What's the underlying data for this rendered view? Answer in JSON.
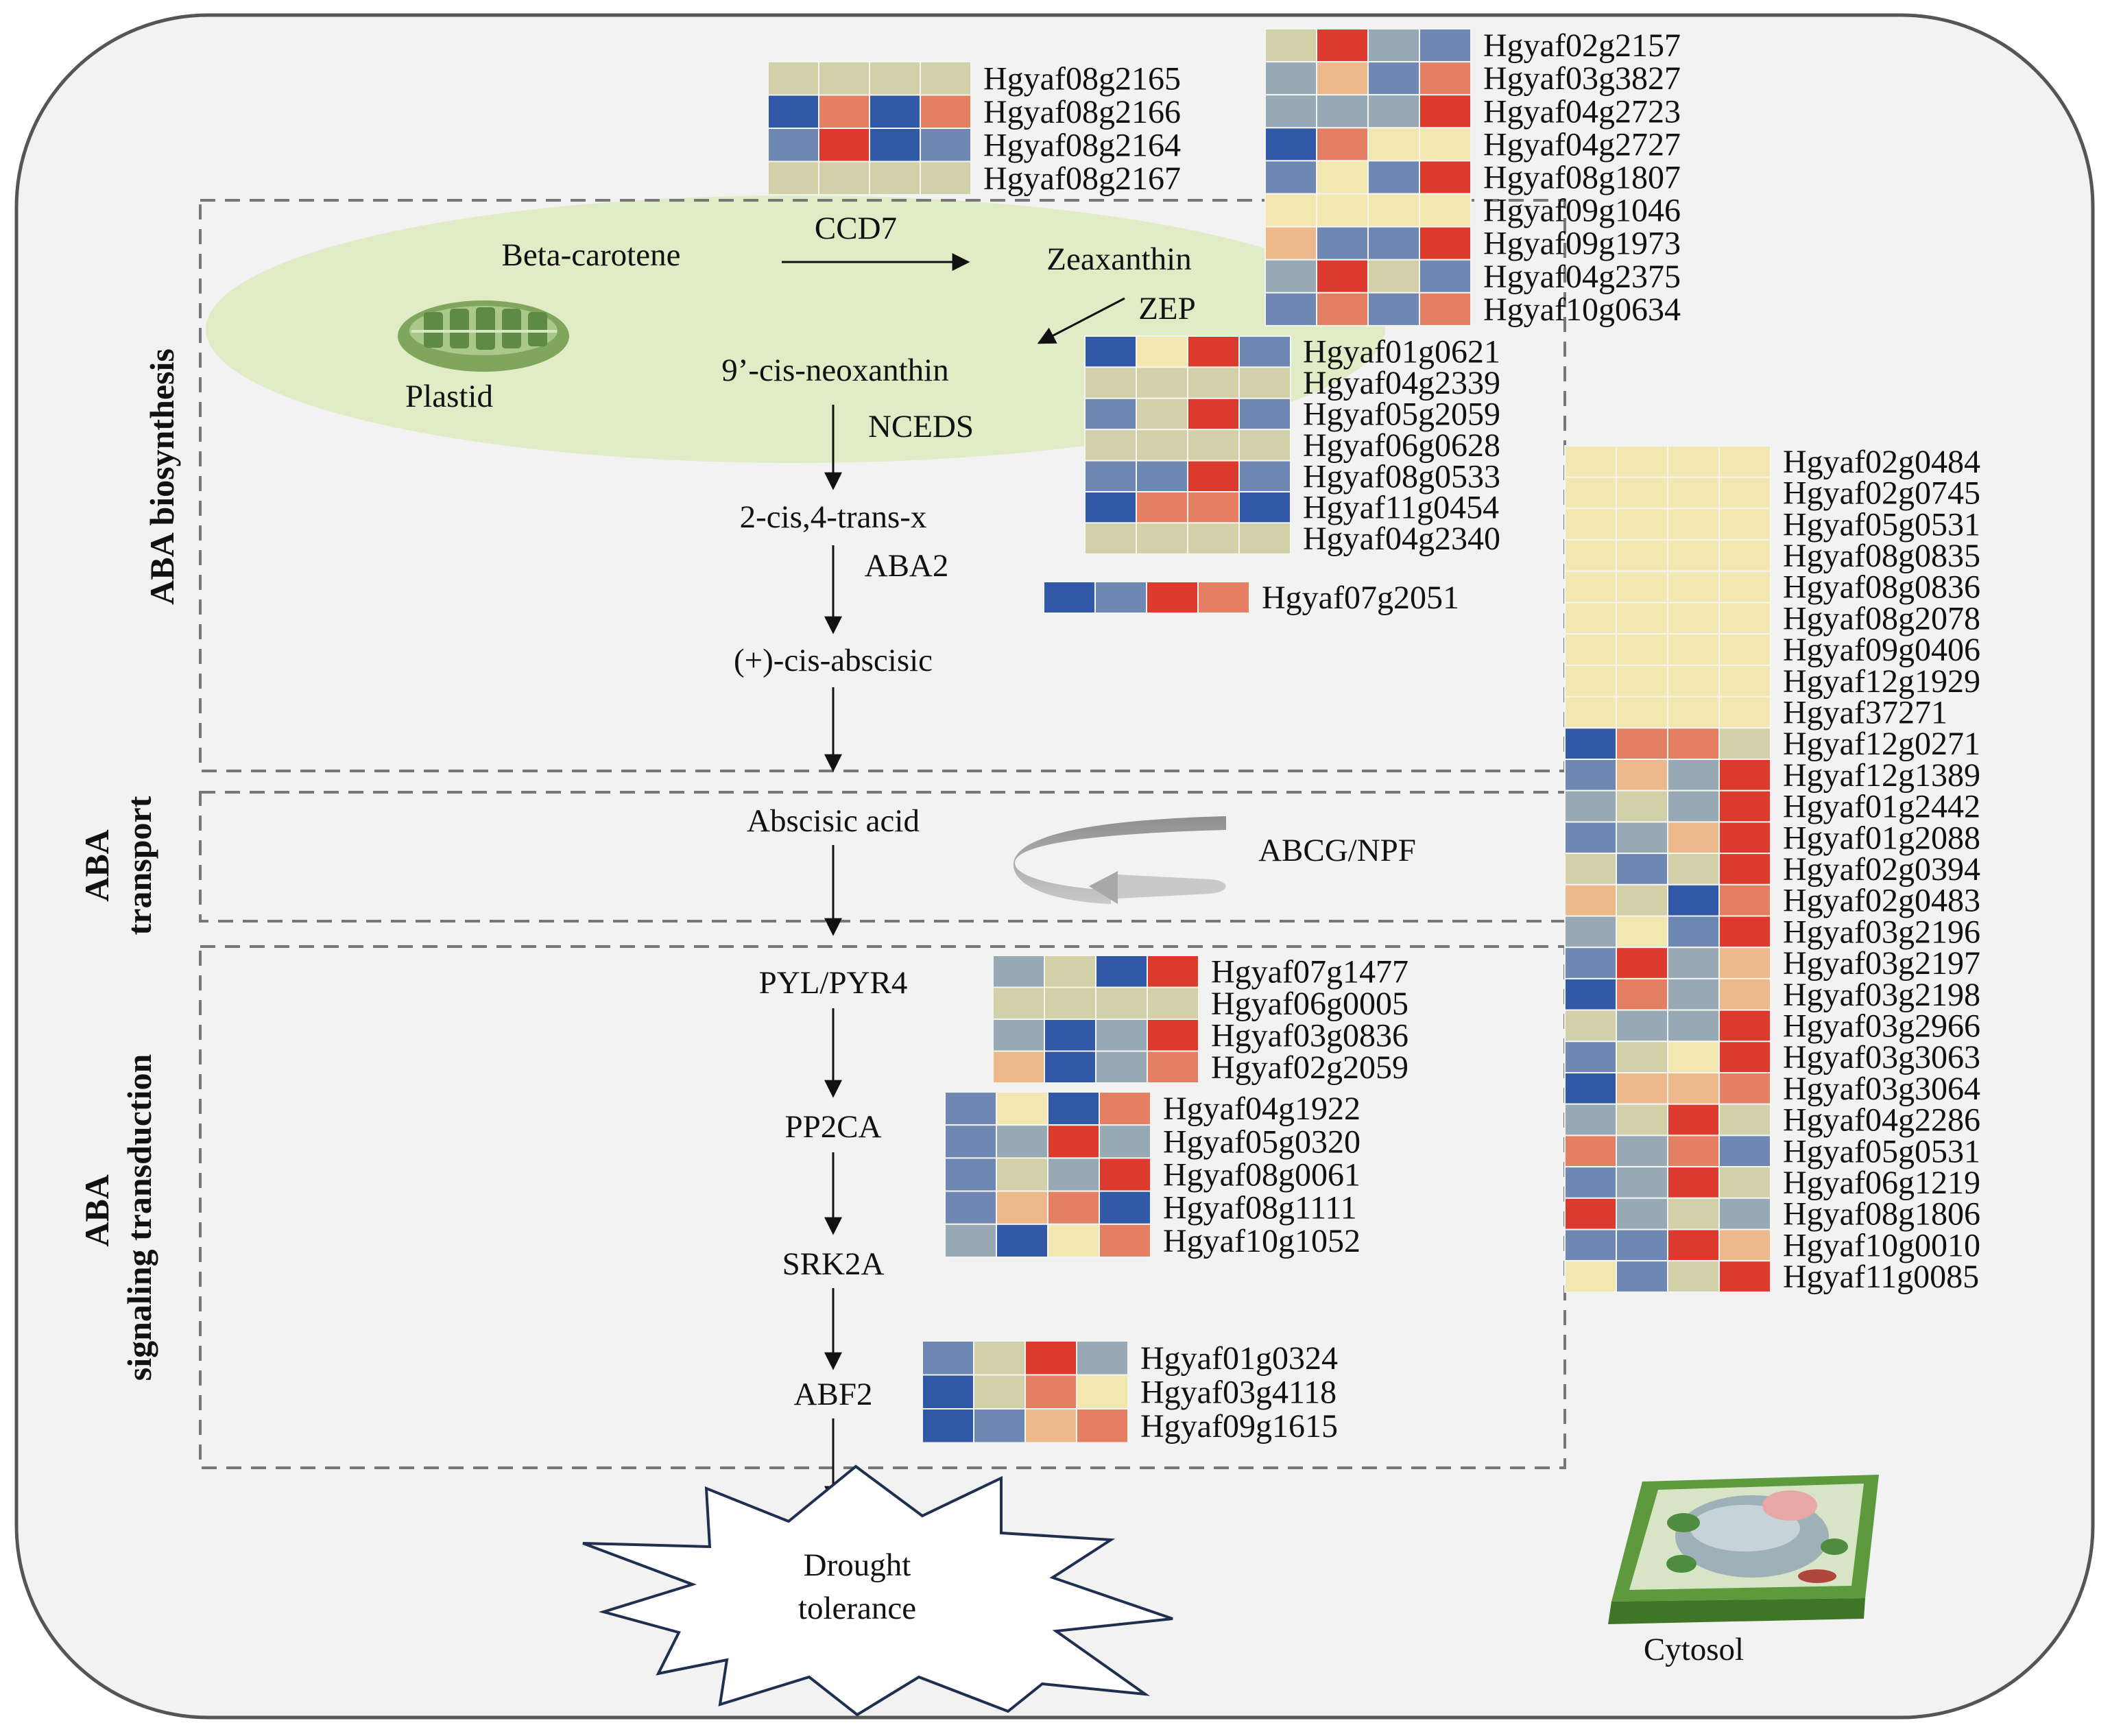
{
  "colors": {
    "dark_blue": "#3258a8",
    "mid_blue": "#6f87b3",
    "slate": "#97a9b5",
    "grey_green": "#b9bea6",
    "khaki": "#d2d0a8",
    "cream": "#f2e7b1",
    "peach": "#eeb98a",
    "salmon": "#e57f63",
    "red": "#dc3a2c"
  },
  "sections": {
    "biosynthesis": "ABA biosynthesis",
    "transport_1": "ABA",
    "transport_2": "transport",
    "signaling_1": "ABA",
    "signaling_2": "signaling transduction"
  },
  "compartments": {
    "plastid": "Plastid",
    "cytosol": "Cytosol"
  },
  "pathway": {
    "beta_carotene": "Beta-carotene",
    "ccd7": "CCD7",
    "zeaxanthin": "Zeaxanthin",
    "zep": "ZEP",
    "neoxanthin": "9’-cis-neoxanthin",
    "nceds": "NCEDS",
    "trans_x": "2-cis,4-trans-x",
    "aba2": "ABA2",
    "cis_abscisic": "(+)-cis-abscisic",
    "abscisic_acid": "Abscisic acid",
    "abcg_npf": "ABCG/NPF",
    "pyl": "PYL/PYR4",
    "pp2ca": "PP2CA",
    "srk2a": "SRK2A",
    "abf2": "ABF2",
    "drought_1": "Drought",
    "drought_2": "tolerance"
  },
  "heatmaps": {
    "ccd7": [
      {
        "gene": "Hgyaf08g2165",
        "cells": [
          "khaki",
          "khaki",
          "khaki",
          "khaki"
        ]
      },
      {
        "gene": "Hgyaf08g2166",
        "cells": [
          "dark_blue",
          "salmon",
          "dark_blue",
          "salmon"
        ]
      },
      {
        "gene": "Hgyaf08g2164",
        "cells": [
          "mid_blue",
          "red",
          "dark_blue",
          "mid_blue"
        ]
      },
      {
        "gene": "Hgyaf08g2167",
        "cells": [
          "khaki",
          "khaki",
          "khaki",
          "khaki"
        ]
      }
    ],
    "zep": [
      {
        "gene": "Hgyaf02g2157",
        "cells": [
          "khaki",
          "red",
          "slate",
          "mid_blue"
        ]
      },
      {
        "gene": "Hgyaf03g3827",
        "cells": [
          "slate",
          "peach",
          "mid_blue",
          "salmon"
        ]
      },
      {
        "gene": "Hgyaf04g2723",
        "cells": [
          "slate",
          "slate",
          "slate",
          "red"
        ]
      },
      {
        "gene": "Hgyaf04g2727",
        "cells": [
          "dark_blue",
          "salmon",
          "cream",
          "cream"
        ]
      },
      {
        "gene": "Hgyaf08g1807",
        "cells": [
          "mid_blue",
          "cream",
          "mid_blue",
          "red"
        ]
      },
      {
        "gene": "Hgyaf09g1046",
        "cells": [
          "cream",
          "cream",
          "cream",
          "cream"
        ]
      },
      {
        "gene": "Hgyaf09g1973",
        "cells": [
          "peach",
          "mid_blue",
          "mid_blue",
          "red"
        ]
      },
      {
        "gene": "Hgyaf04g2375",
        "cells": [
          "slate",
          "red",
          "khaki",
          "mid_blue"
        ]
      },
      {
        "gene": "Hgyaf10g0634",
        "cells": [
          "mid_blue",
          "salmon",
          "mid_blue",
          "salmon"
        ]
      }
    ],
    "nceds": [
      {
        "gene": "Hgyaf01g0621",
        "cells": [
          "dark_blue",
          "cream",
          "red",
          "mid_blue"
        ]
      },
      {
        "gene": "Hgyaf04g2339",
        "cells": [
          "khaki",
          "khaki",
          "khaki",
          "khaki"
        ]
      },
      {
        "gene": "Hgyaf05g2059",
        "cells": [
          "mid_blue",
          "khaki",
          "red",
          "mid_blue"
        ]
      },
      {
        "gene": "Hgyaf06g0628",
        "cells": [
          "khaki",
          "khaki",
          "khaki",
          "khaki"
        ]
      },
      {
        "gene": "Hgyaf08g0533",
        "cells": [
          "mid_blue",
          "mid_blue",
          "red",
          "mid_blue"
        ]
      },
      {
        "gene": "Hgyaf11g0454",
        "cells": [
          "dark_blue",
          "salmon",
          "salmon",
          "dark_blue"
        ]
      },
      {
        "gene": "Hgyaf04g2340",
        "cells": [
          "khaki",
          "khaki",
          "khaki",
          "khaki"
        ]
      }
    ],
    "aba2": [
      {
        "gene": "Hgyaf07g2051",
        "cells": [
          "dark_blue",
          "mid_blue",
          "red",
          "salmon"
        ]
      }
    ],
    "transport": [
      {
        "gene": "Hgyaf02g0484",
        "cells": [
          "cream",
          "cream",
          "cream",
          "cream"
        ]
      },
      {
        "gene": "Hgyaf02g0745",
        "cells": [
          "cream",
          "cream",
          "cream",
          "cream"
        ]
      },
      {
        "gene": "Hgyaf05g0531",
        "cells": [
          "cream",
          "cream",
          "cream",
          "cream"
        ]
      },
      {
        "gene": "Hgyaf08g0835",
        "cells": [
          "cream",
          "cream",
          "cream",
          "cream"
        ]
      },
      {
        "gene": "Hgyaf08g0836",
        "cells": [
          "cream",
          "cream",
          "cream",
          "cream"
        ]
      },
      {
        "gene": "Hgyaf08g2078",
        "cells": [
          "cream",
          "cream",
          "cream",
          "cream"
        ]
      },
      {
        "gene": "Hgyaf09g0406",
        "cells": [
          "cream",
          "cream",
          "cream",
          "cream"
        ]
      },
      {
        "gene": "Hgyaf12g1929",
        "cells": [
          "cream",
          "cream",
          "cream",
          "cream"
        ]
      },
      {
        "gene": "Hgyaf37271",
        "cells": [
          "cream",
          "cream",
          "cream",
          "cream"
        ]
      },
      {
        "gene": "Hgyaf12g0271",
        "cells": [
          "dark_blue",
          "salmon",
          "salmon",
          "khaki"
        ]
      },
      {
        "gene": "Hgyaf12g1389",
        "cells": [
          "mid_blue",
          "peach",
          "slate",
          "red"
        ]
      },
      {
        "gene": "Hgyaf01g2442",
        "cells": [
          "slate",
          "khaki",
          "slate",
          "red"
        ]
      },
      {
        "gene": "Hgyaf01g2088",
        "cells": [
          "mid_blue",
          "slate",
          "peach",
          "red"
        ]
      },
      {
        "gene": "Hgyaf02g0394",
        "cells": [
          "khaki",
          "mid_blue",
          "khaki",
          "red"
        ]
      },
      {
        "gene": "Hgyaf02g0483",
        "cells": [
          "peach",
          "khaki",
          "dark_blue",
          "salmon"
        ]
      },
      {
        "gene": "Hgyaf03g2196",
        "cells": [
          "slate",
          "cream",
          "mid_blue",
          "red"
        ]
      },
      {
        "gene": "Hgyaf03g2197",
        "cells": [
          "mid_blue",
          "red",
          "slate",
          "peach"
        ]
      },
      {
        "gene": "Hgyaf03g2198",
        "cells": [
          "dark_blue",
          "salmon",
          "slate",
          "peach"
        ]
      },
      {
        "gene": "Hgyaf03g2966",
        "cells": [
          "khaki",
          "slate",
          "slate",
          "red"
        ]
      },
      {
        "gene": "Hgyaf03g3063",
        "cells": [
          "mid_blue",
          "khaki",
          "cream",
          "red"
        ]
      },
      {
        "gene": "Hgyaf03g3064",
        "cells": [
          "dark_blue",
          "peach",
          "peach",
          "salmon"
        ]
      },
      {
        "gene": "Hgyaf04g2286",
        "cells": [
          "slate",
          "khaki",
          "red",
          "khaki"
        ]
      },
      {
        "gene": "Hgyaf05g0531",
        "cells": [
          "salmon",
          "slate",
          "salmon",
          "mid_blue"
        ]
      },
      {
        "gene": "Hgyaf06g1219",
        "cells": [
          "mid_blue",
          "slate",
          "red",
          "khaki"
        ]
      },
      {
        "gene": "Hgyaf08g1806",
        "cells": [
          "red",
          "slate",
          "khaki",
          "slate"
        ]
      },
      {
        "gene": "Hgyaf10g0010",
        "cells": [
          "mid_blue",
          "mid_blue",
          "red",
          "peach"
        ]
      },
      {
        "gene": "Hgyaf11g0085",
        "cells": [
          "cream",
          "mid_blue",
          "khaki",
          "red"
        ]
      }
    ],
    "pyl": [
      {
        "gene": "Hgyaf07g1477",
        "cells": [
          "slate",
          "khaki",
          "dark_blue",
          "red"
        ]
      },
      {
        "gene": "Hgyaf06g0005",
        "cells": [
          "khaki",
          "khaki",
          "khaki",
          "khaki"
        ]
      },
      {
        "gene": "Hgyaf03g0836",
        "cells": [
          "slate",
          "dark_blue",
          "slate",
          "red"
        ]
      },
      {
        "gene": "Hgyaf02g2059",
        "cells": [
          "peach",
          "dark_blue",
          "slate",
          "salmon"
        ]
      }
    ],
    "pp2ca": [
      {
        "gene": "Hgyaf04g1922",
        "cells": [
          "mid_blue",
          "cream",
          "dark_blue",
          "salmon"
        ]
      },
      {
        "gene": "Hgyaf05g0320",
        "cells": [
          "mid_blue",
          "slate",
          "red",
          "slate"
        ]
      },
      {
        "gene": "Hgyaf08g0061",
        "cells": [
          "mid_blue",
          "khaki",
          "slate",
          "red"
        ]
      },
      {
        "gene": "Hgyaf08g1111",
        "cells": [
          "mid_blue",
          "peach",
          "salmon",
          "dark_blue"
        ]
      },
      {
        "gene": "Hgyaf10g1052",
        "cells": [
          "slate",
          "dark_blue",
          "cream",
          "salmon"
        ]
      }
    ],
    "abf2": [
      {
        "gene": "Hgyaf01g0324",
        "cells": [
          "mid_blue",
          "khaki",
          "red",
          "slate"
        ]
      },
      {
        "gene": "Hgyaf03g4118",
        "cells": [
          "dark_blue",
          "khaki",
          "salmon",
          "cream"
        ]
      },
      {
        "gene": "Hgyaf09g1615",
        "cells": [
          "dark_blue",
          "mid_blue",
          "peach",
          "salmon"
        ]
      }
    ]
  }
}
